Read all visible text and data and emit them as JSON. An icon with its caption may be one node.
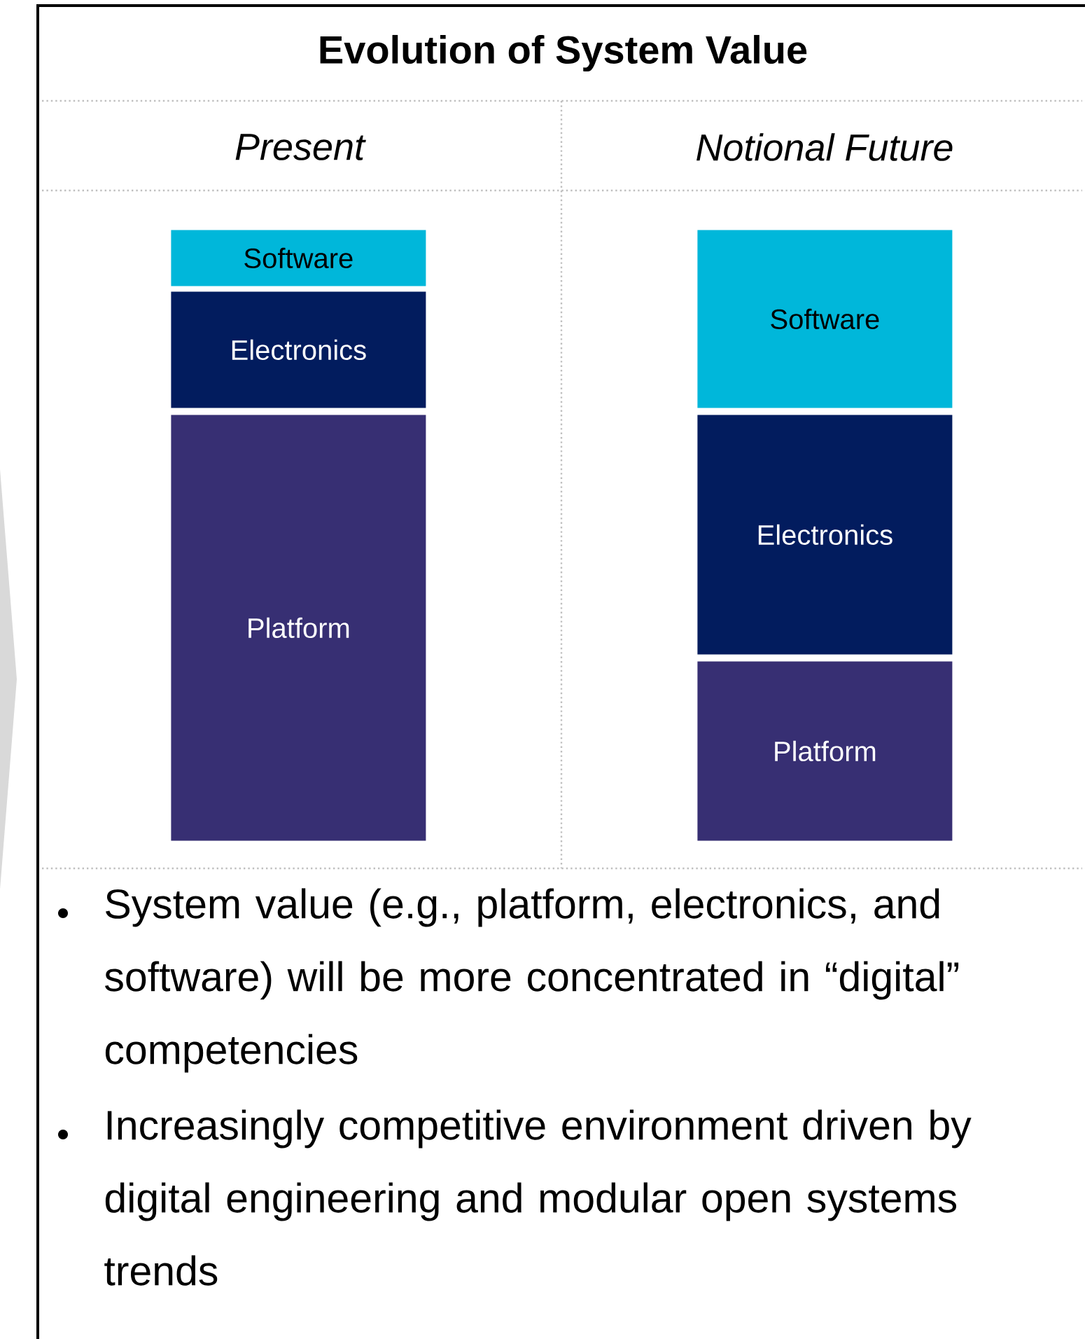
{
  "diagram": {
    "title": "Evolution of System Value",
    "nodes": [
      {
        "text": [
          "Software"
        ]
      },
      {
        "text": [
          "Electronics"
        ]
      },
      {
        "text": [
          "Platform"
        ]
      },
      {
        "text": [
          "Software"
        ]
      },
      {
        "text": [
          "Electronics"
        ]
      },
      {
        "text": [
          "Platform"
        ]
      }
    ],
    "labels": [
      "Present",
      "Notional Future",
      "System value (e.g., platform, electronics, and software) will be more concentrated in “digital” competencies",
      "Increasingly competitive environment driven by digital engineering and modular open systems trends"
    ]
  }
}
